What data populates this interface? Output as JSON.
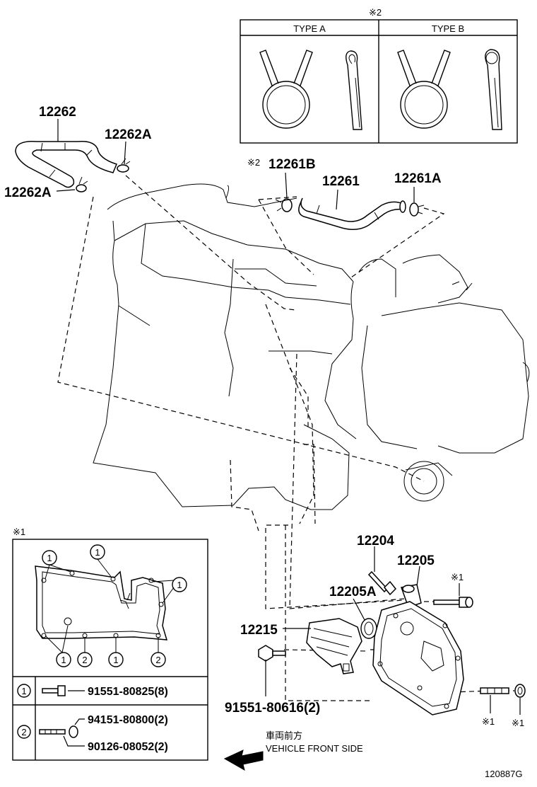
{
  "clip_types": {
    "mark": "※2",
    "type_a": "TYPE A",
    "type_b": "TYPE B"
  },
  "callouts": {
    "p12262": "12262",
    "p12262A_top": "12262A",
    "p12262A_left": "12262A",
    "mark2": "※2",
    "p12261B": "12261B",
    "p12261": "12261",
    "p12261A": "12261A",
    "p12204": "12204",
    "p12205": "12205",
    "p12205A": "12205A",
    "p12215": "12215",
    "p91551_80616": "91551-80616(2)",
    "mark1_bolt": "※1",
    "mark1_stud": "※1",
    "mark1_nut": "※1"
  },
  "gasket_inset": {
    "mark": "※1",
    "circle_1": "1",
    "circle_2": "2",
    "row1_key": "1",
    "row1_part": "91551-80825(8)",
    "row2_key": "2",
    "row2_part_a": "94151-80800(2)",
    "row2_part_b": "90126-08052(2)"
  },
  "orientation": {
    "jp_label": "車両前方",
    "en_label": "VEHICLE FRONT SIDE"
  },
  "figure_id": "120887G"
}
